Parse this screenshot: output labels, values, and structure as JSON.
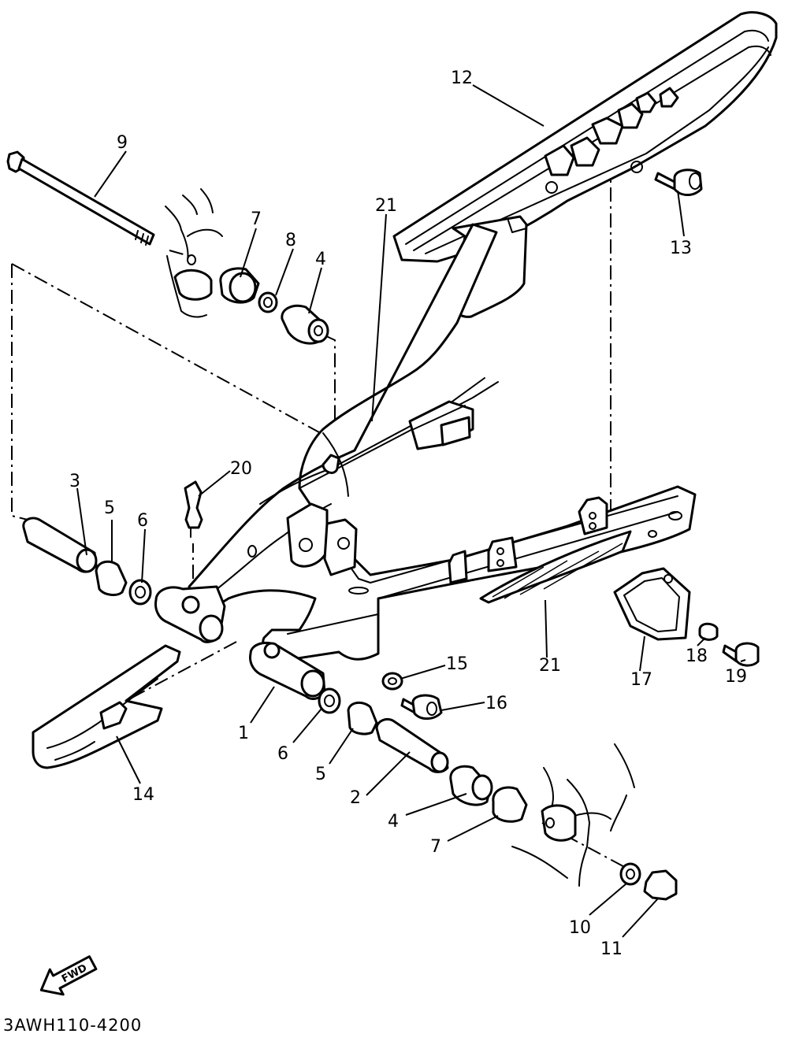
{
  "diagram": {
    "code": "3AWH110-4200",
    "fwd_label": "FWD",
    "callouts": {
      "c1": "1",
      "c2": "2",
      "c3": "3",
      "c4a": "4",
      "c4b": "4",
      "c5a": "5",
      "c5b": "5",
      "c6a": "6",
      "c6b": "6",
      "c7a": "7",
      "c7b": "7",
      "c8": "8",
      "c9": "9",
      "c10": "10",
      "c11": "11",
      "c12": "12",
      "c13": "13",
      "c14": "14",
      "c15": "15",
      "c16": "16",
      "c17": "17",
      "c18": "18",
      "c19": "19",
      "c20": "20",
      "c21a": "21",
      "c21b": "21"
    }
  },
  "colors": {
    "ink": "#000000",
    "paper": "#ffffff"
  }
}
